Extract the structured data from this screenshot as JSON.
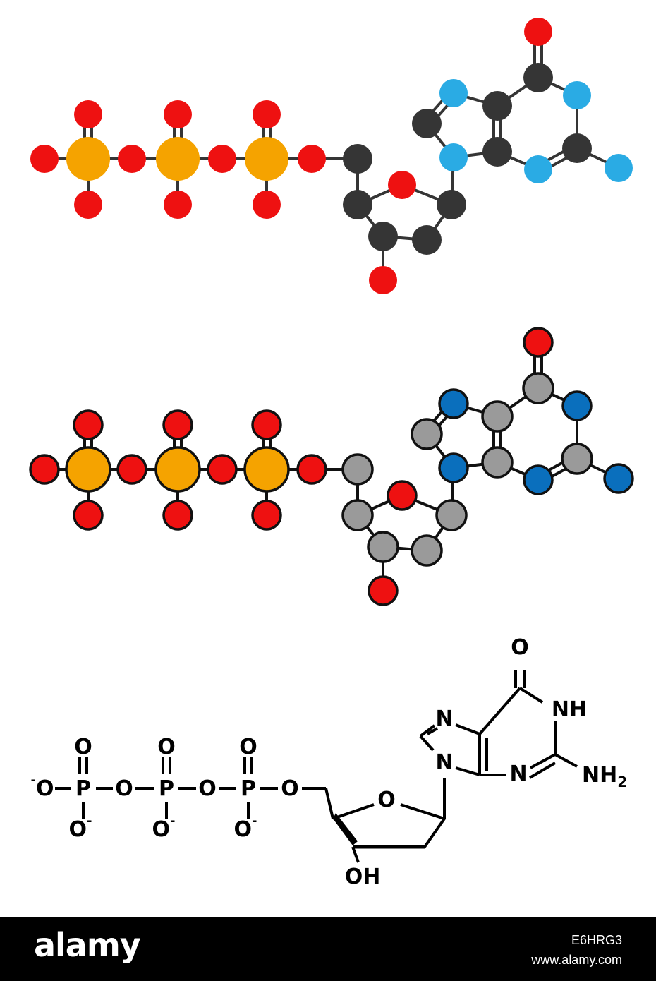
{
  "colors": {
    "oxygen": "#ee1111",
    "phosphorus": "#f5a300",
    "nitrogen_model1": "#2aabe4",
    "carbon_model1": "#353535",
    "nitrogen_model2": "#0a6fbd",
    "carbon_model2": "#9a9a9a",
    "bond": "#353535",
    "footer_bg": "#000000",
    "footer_text": "#ffffff"
  },
  "atom_labels": {
    "oxygen": "O",
    "phosphorus": "P",
    "nitrogen": "N",
    "nh": "NH",
    "nh2_main": "NH",
    "nh2_sub": "2",
    "hydroxyl": "OH",
    "minus": "-"
  },
  "footer": {
    "brand": "alamy",
    "image_id": "E6HRG3",
    "site": "www.alamy.com"
  }
}
